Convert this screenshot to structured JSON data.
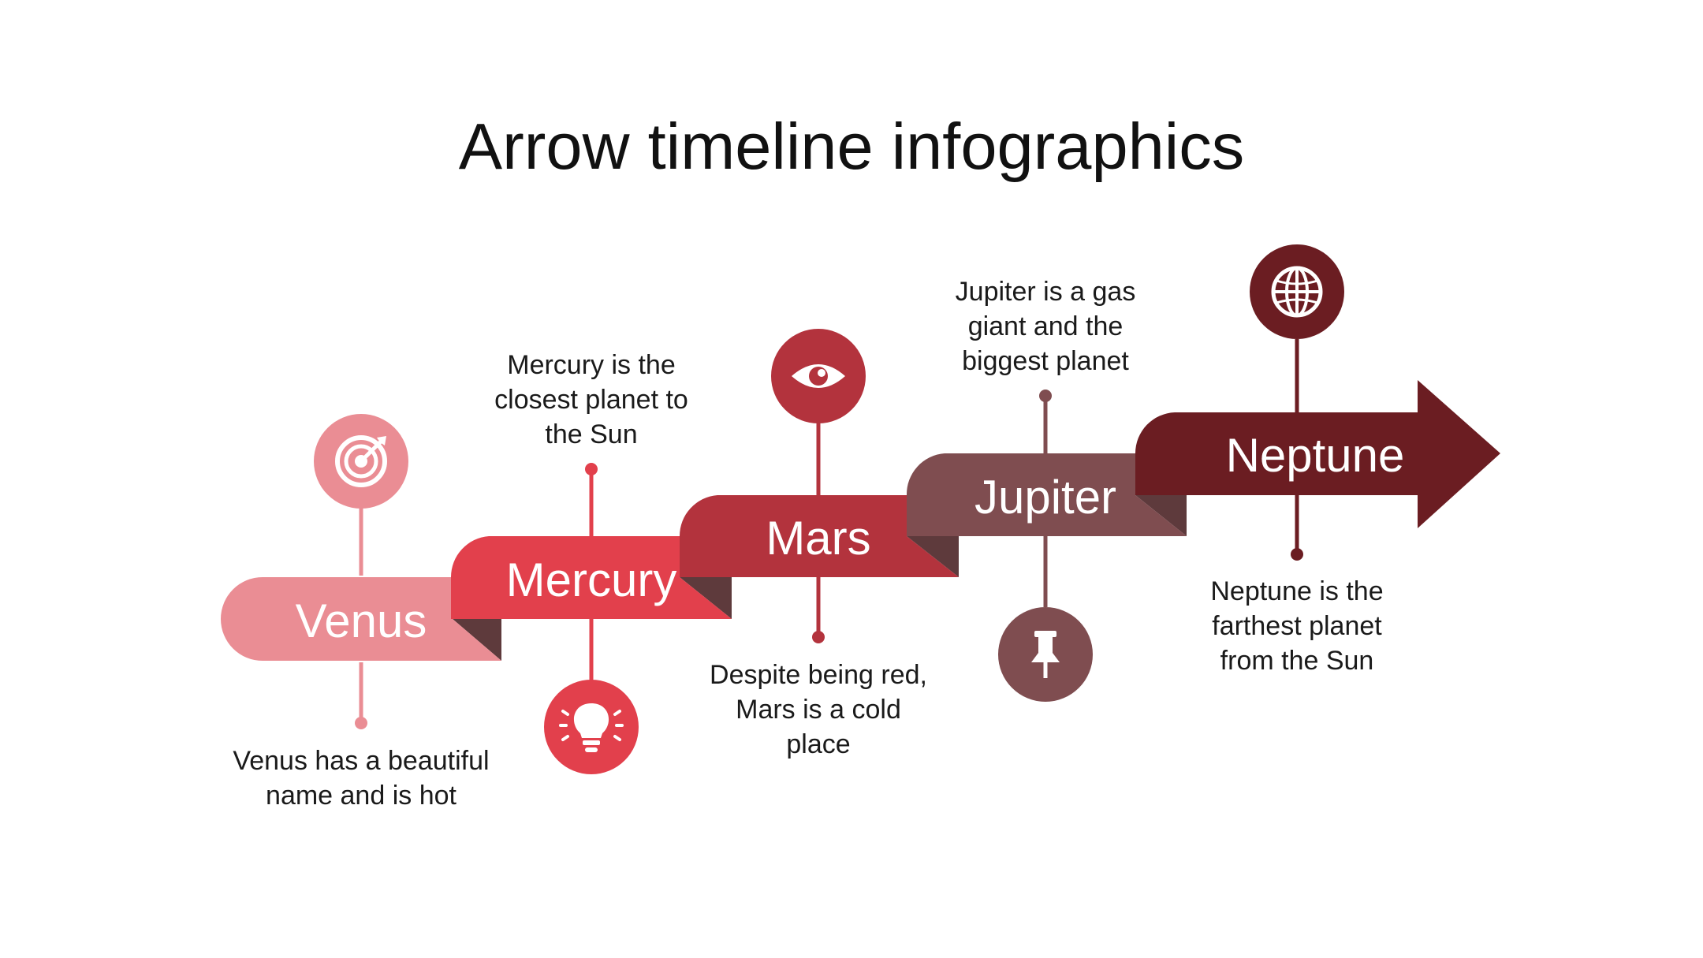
{
  "title": "Arrow timeline infographics",
  "colors": {
    "venus": "#ea8d94",
    "mercury": "#e2404c",
    "mars": "#b3333d",
    "jupiter": "#7f4d50",
    "neptune": "#6b1d22",
    "fold": "#5e3a3c",
    "label_text": "#ffffff"
  },
  "steps": [
    {
      "name": "Venus",
      "description": "Venus has a beautiful name and is hot",
      "icon": "target-icon"
    },
    {
      "name": "Mercury",
      "description": "Mercury is the closest planet to the Sun",
      "icon": "lightbulb-icon"
    },
    {
      "name": "Mars",
      "description": "Despite being red, Mars is a cold place",
      "icon": "eye-icon"
    },
    {
      "name": "Jupiter",
      "description": "Jupiter is a gas giant and the biggest planet",
      "icon": "pushpin-icon"
    },
    {
      "name": "Neptune",
      "description": "Neptune is the farthest planet from the Sun",
      "icon": "globe-icon"
    }
  ]
}
